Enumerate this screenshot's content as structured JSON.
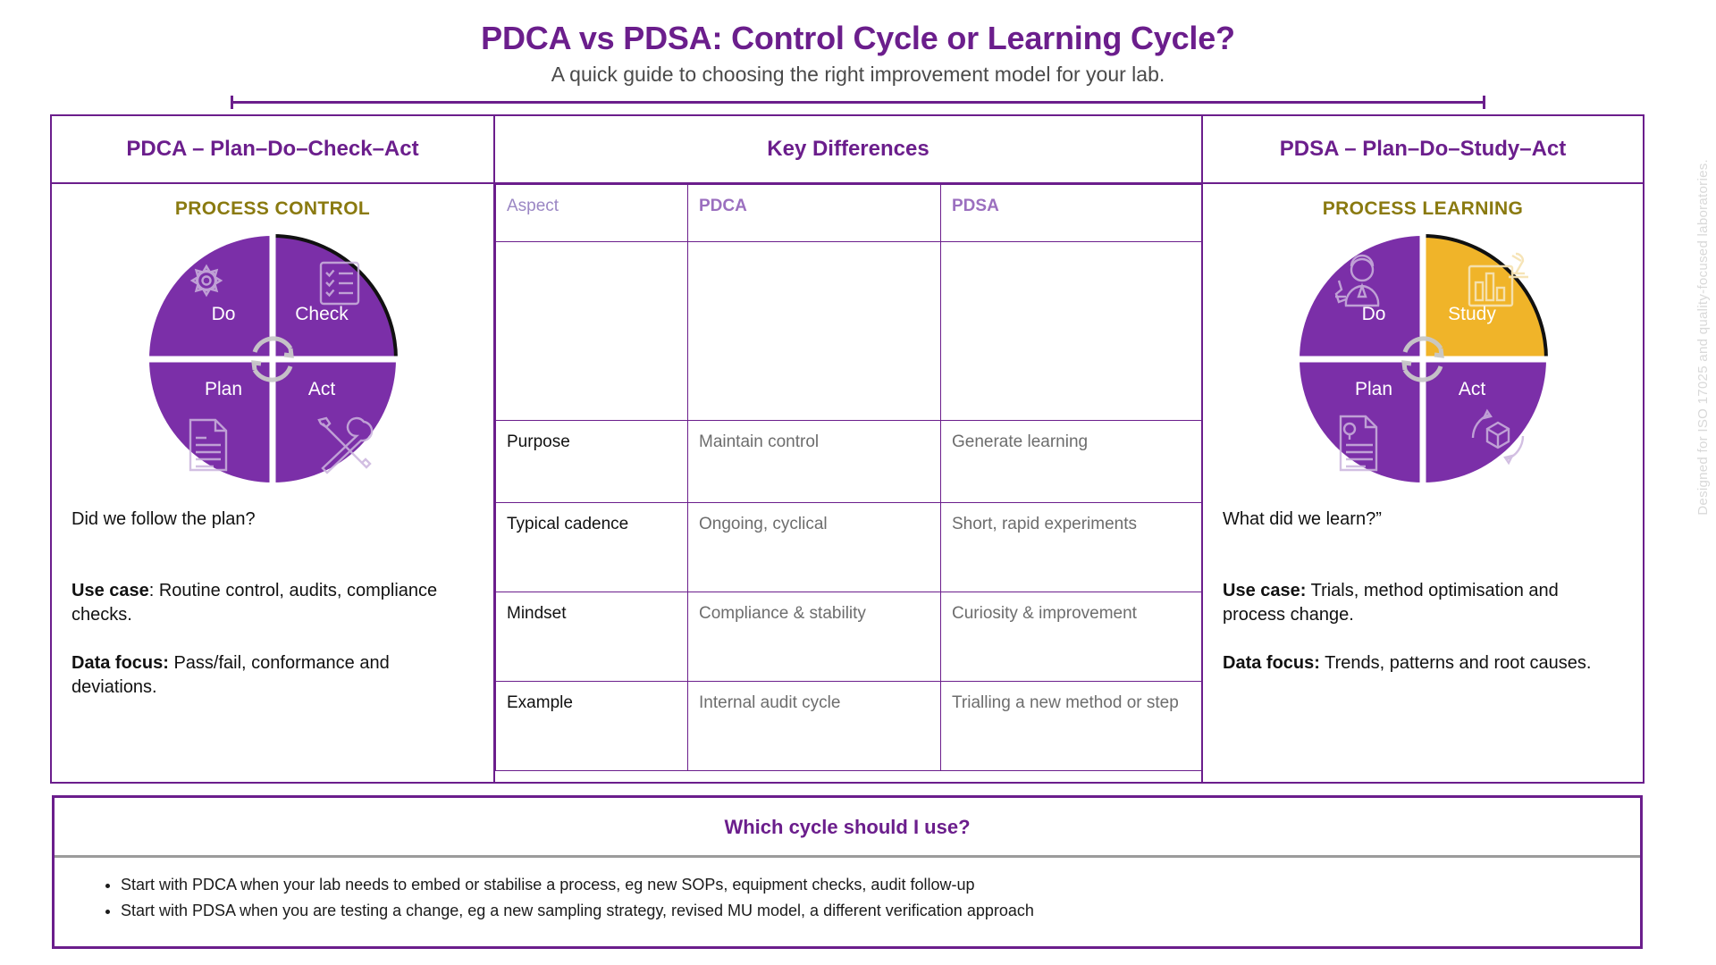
{
  "header": {
    "title": "PDCA vs PDSA: Control Cycle or Learning Cycle?",
    "subtitle": "A quick guide to choosing the right improvement model for your lab."
  },
  "colors": {
    "brand_purple": "#6B1E8C",
    "wheel_purple": "#7B2FA8",
    "highlight_amber": "#F0B429",
    "olive": "#8a7a10",
    "muted_grey": "#6d6d6d"
  },
  "left_column": {
    "heading": "PDCA – Plan–Do–Check–Act",
    "subheading": "PROCESS CONTROL",
    "wheel": {
      "name": "pdca-wheel",
      "quadrants": [
        {
          "label": "Do",
          "icon": "gear-icon",
          "position": "top-left",
          "fill": "#7B2FA8",
          "highlighted": false
        },
        {
          "label": "Check",
          "icon": "checklist-icon",
          "position": "top-right",
          "fill": "#7B2FA8",
          "highlighted": true
        },
        {
          "label": "Plan",
          "icon": "document-icon",
          "position": "bottom-left",
          "fill": "#7B2FA8",
          "highlighted": false
        },
        {
          "label": "Act",
          "icon": "tools-icon",
          "position": "bottom-right",
          "fill": "#7B2FA8",
          "highlighted": false
        }
      ],
      "center_icon": "circular-arrows-icon"
    },
    "question": "Did we follow the plan?",
    "use_case_label": "Use case",
    "use_case_text": ": Routine control, audits, compliance checks.",
    "data_focus_label": "Data focus:",
    "data_focus_text": " Pass/fail, conformance and deviations."
  },
  "middle_column": {
    "heading": "Key Differences",
    "table": {
      "columns": [
        "Aspect",
        "PDCA",
        "PDSA"
      ],
      "rows": [
        {
          "aspect": "Purpose",
          "pdca": "Maintain control",
          "pdsa": "Generate learning"
        },
        {
          "aspect": "Typical cadence",
          "pdca": "Ongoing, cyclical",
          "pdsa": "Short, rapid experiments"
        },
        {
          "aspect": "Mindset",
          "pdca": "Compliance & stability",
          "pdsa": "Curiosity & improvement"
        },
        {
          "aspect": "Example",
          "pdca": "Internal audit cycle",
          "pdsa": "Trialling a new method or step"
        }
      ]
    }
  },
  "right_column": {
    "heading": "PDSA – Plan–Do–Study–Act",
    "subheading": "PROCESS LEARNING",
    "wheel": {
      "name": "pdsa-wheel",
      "quadrants": [
        {
          "label": "Do",
          "icon": "scientist-icon",
          "position": "top-left",
          "fill": "#7B2FA8",
          "highlighted": false
        },
        {
          "label": "Study",
          "icon": "chart-microscope-icon",
          "position": "top-right",
          "fill": "#F0B429",
          "highlighted": true
        },
        {
          "label": "Plan",
          "icon": "document-pin-icon",
          "position": "bottom-left",
          "fill": "#7B2FA8",
          "highlighted": false
        },
        {
          "label": "Act",
          "icon": "recycle-cube-icon",
          "position": "bottom-right",
          "fill": "#7B2FA8",
          "highlighted": false
        }
      ],
      "center_icon": "circular-arrows-icon"
    },
    "question": "What did we learn?”",
    "use_case_label": "Use case:",
    "use_case_text": " Trials, method optimisation and process change.",
    "data_focus_label": "Data focus:",
    "data_focus_text": " Trends, patterns and root causes."
  },
  "bottom_panel": {
    "heading": "Which cycle should I use?",
    "bullets": [
      "Start with PDCA when your lab needs to embed or stabilise a process, eg new SOPs, equipment checks, audit follow-up",
      "Start with PDSA when you are testing a change, eg a new sampling strategy, revised MU model, a different verification approach"
    ]
  },
  "watermark": "Designed for ISO 17025 and quality-focused laboratories."
}
